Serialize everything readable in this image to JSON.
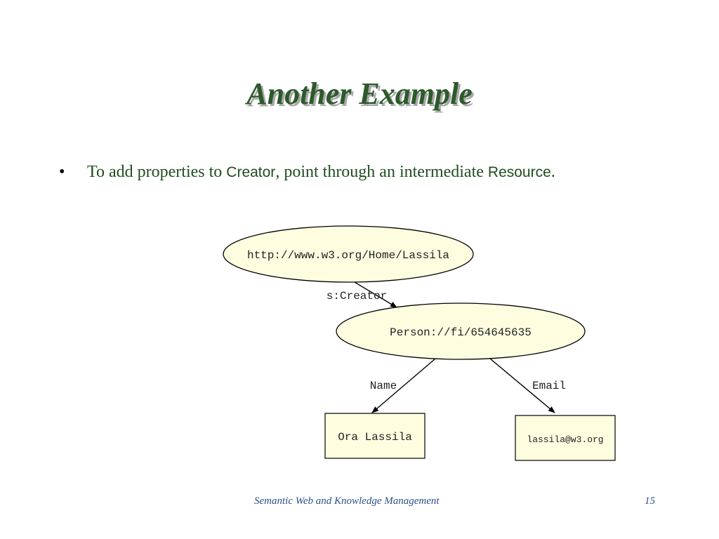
{
  "slide": {
    "title": "Another Example",
    "bullet": {
      "marker": "•",
      "text_before": "To add properties to ",
      "term_creator": "Creator",
      "text_middle": ", point through an intermediate ",
      "term_resource": "Resource",
      "text_end": "."
    }
  },
  "diagram": {
    "nodes": {
      "source": "http://www.w3.org/Home/Lassila",
      "person": "Person://fi/654645635",
      "name_value": "Ora Lassila",
      "email_value": "lassila@w3.org"
    },
    "edges": {
      "creator": "s:Creator",
      "name": "Name",
      "email": "Email"
    },
    "colors": {
      "node_fill": "#fffde0",
      "stroke": "#000000"
    }
  },
  "footer": {
    "course": "Semantic Web and Knowledge Management",
    "page_number": "15"
  }
}
